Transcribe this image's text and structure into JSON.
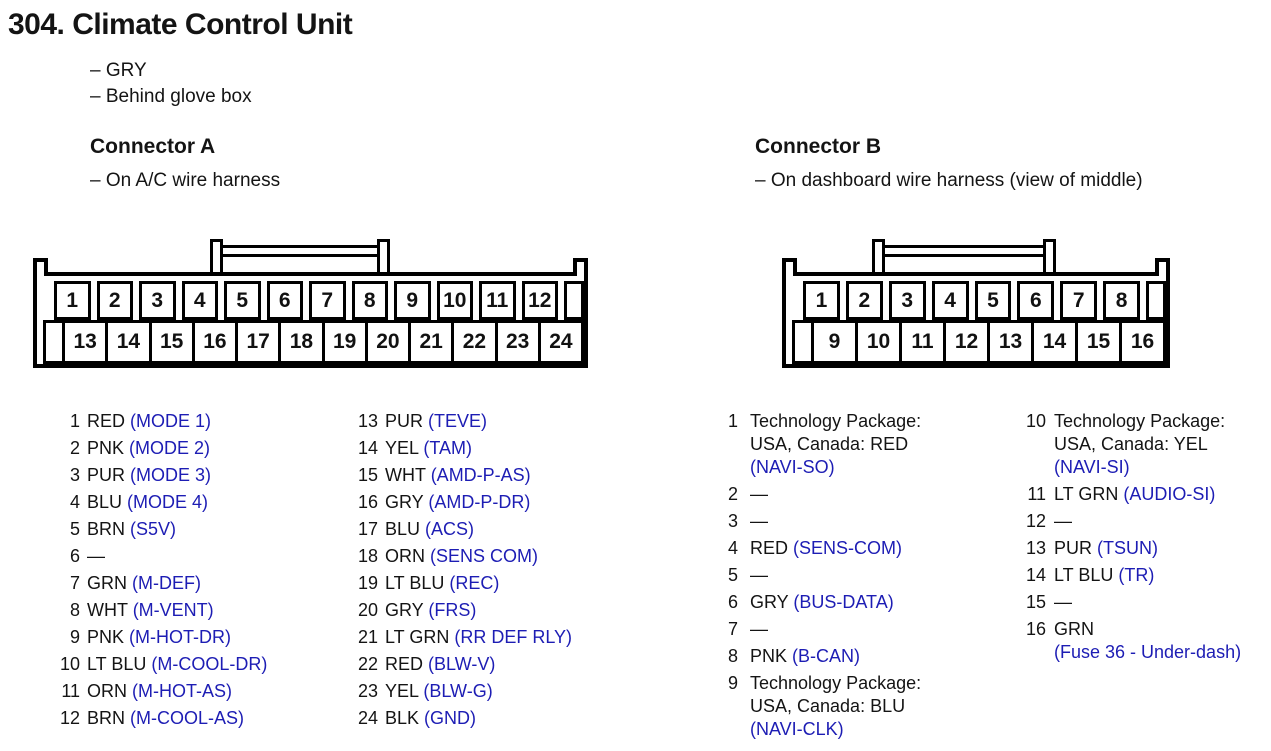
{
  "page": {
    "title": "304. Climate Control Unit",
    "notes": [
      "– GRY",
      "– Behind glove box"
    ]
  },
  "colors": {
    "signal_blue": "#1d1db4",
    "ink": "#141414"
  },
  "connector_a": {
    "heading": "Connector A",
    "note": "– On A/C wire harness",
    "diagram": {
      "top_row": [
        "1",
        "2",
        "3",
        "4",
        "5",
        "6",
        "7",
        "8",
        "9",
        "10",
        "11",
        "12"
      ],
      "bottom_row": [
        "13",
        "14",
        "15",
        "16",
        "17",
        "18",
        "19",
        "20",
        "21",
        "22",
        "23",
        "24"
      ]
    },
    "pins_col1": [
      {
        "num": "1",
        "color": "RED",
        "signal": "(MODE 1)"
      },
      {
        "num": "2",
        "color": "PNK",
        "signal": "(MODE 2)"
      },
      {
        "num": "3",
        "color": "PUR",
        "signal": "(MODE 3)"
      },
      {
        "num": "4",
        "color": "BLU",
        "signal": "(MODE 4)"
      },
      {
        "num": "5",
        "color": "BRN",
        "signal": "(S5V)"
      },
      {
        "num": "6",
        "color": "—"
      },
      {
        "num": "7",
        "color": "GRN",
        "signal": "(M-DEF)"
      },
      {
        "num": "8",
        "color": "WHT",
        "signal": "(M-VENT)"
      },
      {
        "num": "9",
        "color": "PNK",
        "signal": "(M-HOT-DR)"
      },
      {
        "num": "10",
        "color": "LT BLU",
        "signal": "(M-COOL-DR)"
      },
      {
        "num": "11",
        "color": "ORN",
        "signal": "(M-HOT-AS)"
      },
      {
        "num": "12",
        "color": "BRN",
        "signal": "(M-COOL-AS)"
      }
    ],
    "pins_col2": [
      {
        "num": "13",
        "color": "PUR",
        "signal": "(TEVE)"
      },
      {
        "num": "14",
        "color": "YEL",
        "signal": "(TAM)"
      },
      {
        "num": "15",
        "color": "WHT",
        "signal": "(AMD-P-AS)"
      },
      {
        "num": "16",
        "color": "GRY",
        "signal": "(AMD-P-DR)"
      },
      {
        "num": "17",
        "color": "BLU",
        "signal": "(ACS)"
      },
      {
        "num": "18",
        "color": "ORN",
        "signal": "(SENS COM)"
      },
      {
        "num": "19",
        "color": "LT BLU",
        "signal": "(REC)"
      },
      {
        "num": "20",
        "color": "GRY",
        "signal": "(FRS)"
      },
      {
        "num": "21",
        "color": "LT GRN",
        "signal": "(RR DEF RLY)"
      },
      {
        "num": "22",
        "color": "RED",
        "signal": "(BLW-V)"
      },
      {
        "num": "23",
        "color": "YEL",
        "signal": "(BLW-G)"
      },
      {
        "num": "24",
        "color": "BLK",
        "signal": "(GND)"
      }
    ]
  },
  "connector_b": {
    "heading": "Connector B",
    "note": "– On dashboard wire harness (view of middle)",
    "diagram": {
      "top_row": [
        "1",
        "2",
        "3",
        "4",
        "5",
        "6",
        "7",
        "8"
      ],
      "bottom_row": [
        "9",
        "10",
        "11",
        "12",
        "13",
        "14",
        "15",
        "16"
      ]
    },
    "pins_col1": [
      {
        "num": "1",
        "lines": [
          "Technology Package:",
          "USA, Canada: RED"
        ],
        "signal": "(NAVI-SO)",
        "signal_block": true
      },
      {
        "num": "2",
        "color": "—"
      },
      {
        "num": "3",
        "color": "—"
      },
      {
        "num": "4",
        "color": "RED",
        "signal": "(SENS-COM)"
      },
      {
        "num": "5",
        "color": "—"
      },
      {
        "num": "6",
        "color": "GRY",
        "signal": "(BUS-DATA)"
      },
      {
        "num": "7",
        "color": "—"
      },
      {
        "num": "8",
        "color": "PNK",
        "signal": "(B-CAN)"
      },
      {
        "num": "9",
        "lines": [
          "Technology Package:",
          "USA, Canada: BLU"
        ],
        "signal": "(NAVI-CLK)",
        "signal_block": true
      }
    ],
    "pins_col2": [
      {
        "num": "10",
        "lines": [
          "Technology Package:",
          "USA, Canada: YEL"
        ],
        "signal": "(NAVI-SI)",
        "signal_block": true
      },
      {
        "num": "11",
        "color": "LT GRN",
        "signal": "(AUDIO-SI)"
      },
      {
        "num": "12",
        "color": "—"
      },
      {
        "num": "13",
        "color": "PUR",
        "signal": "(TSUN)"
      },
      {
        "num": "14",
        "color": "LT BLU",
        "signal": "(TR)"
      },
      {
        "num": "15",
        "color": "—"
      },
      {
        "num": "16",
        "color": "GRN",
        "signal": "(Fuse 36 - Under-dash)",
        "signal_block": true
      }
    ]
  }
}
